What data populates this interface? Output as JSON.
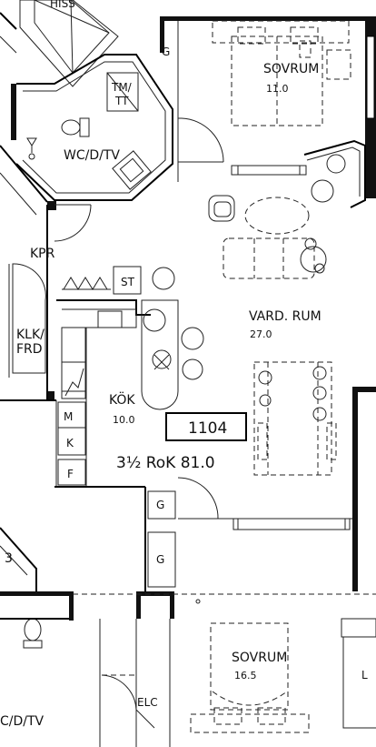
{
  "apartment": {
    "number": "1104",
    "summary": "3½ RoK  81.0"
  },
  "rooms": {
    "bedroom_top": {
      "name": "SOVRUM",
      "area": "11.0"
    },
    "living": {
      "name": "VARD. RUM",
      "area": "27.0"
    },
    "kitchen": {
      "name": "KÖK",
      "area": "10.0"
    },
    "bedroom_bottom": {
      "name": "SOVRUM",
      "area": "16.5"
    },
    "wc_top": {
      "name": "WC/D/TV"
    },
    "wc_bottom": {
      "name": "C/D/TV"
    },
    "hall_closet": {
      "name": "KPR"
    },
    "klk": {
      "line1": "KLK/",
      "line2": "FRD"
    },
    "tmtt": {
      "line1": "TM/",
      "line2": "TT"
    }
  },
  "marks": {
    "g_top": "G",
    "g_mid": "G",
    "g_low": "G",
    "st": "ST",
    "m": "M",
    "k": "K",
    "f": "F",
    "elc": "ELC",
    "hiss": "HISS",
    "unit3": "3",
    "l_right": "L"
  }
}
